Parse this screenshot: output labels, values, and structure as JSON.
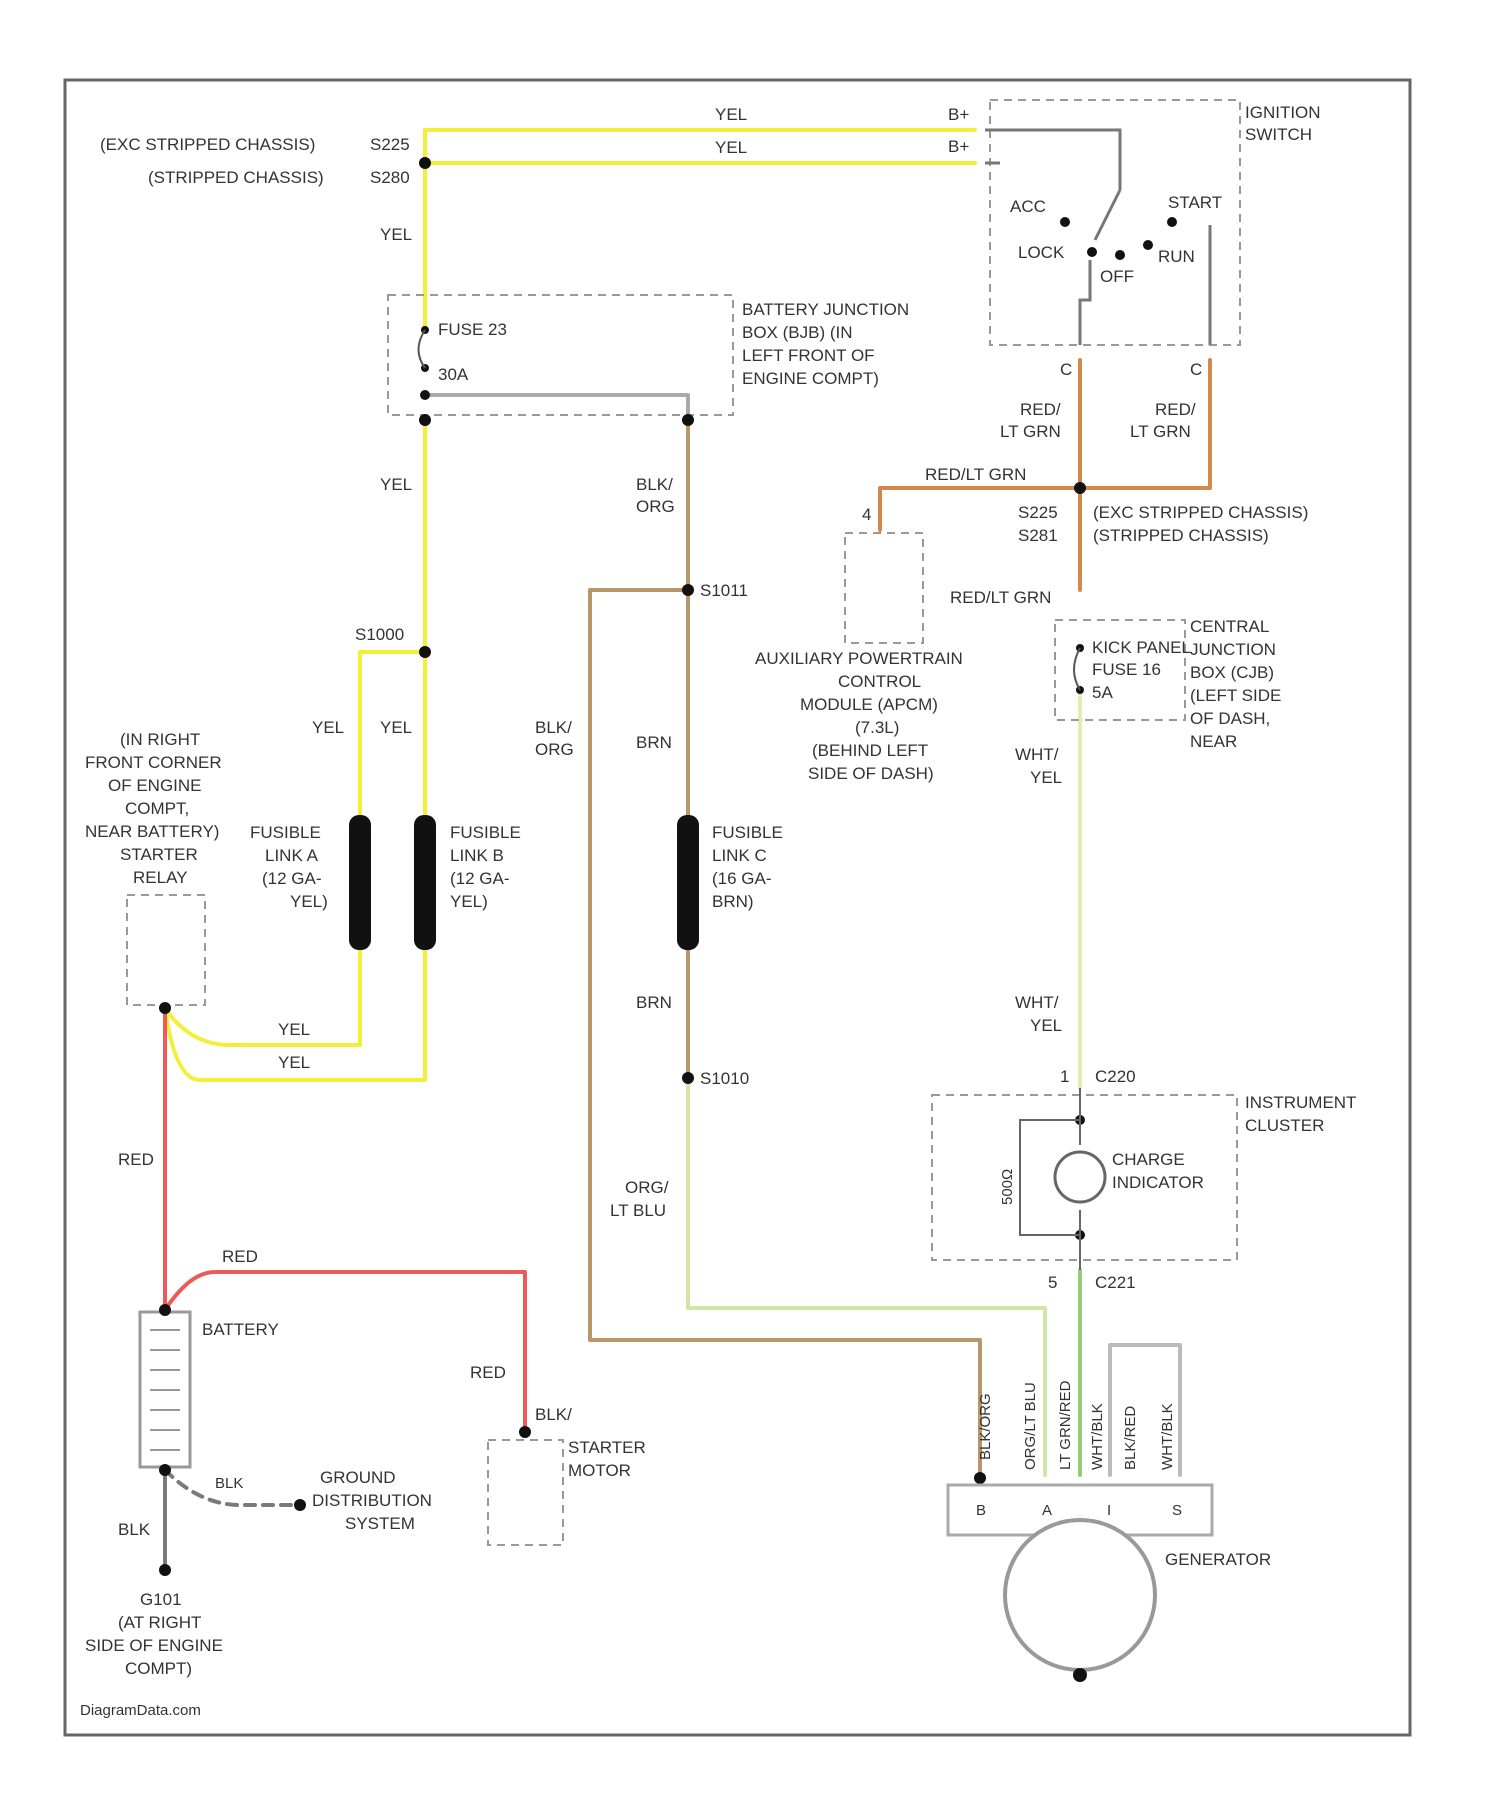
{
  "colors": {
    "yel": "#f2ef38",
    "red": "#ee5a5a",
    "tan": "#b9956b",
    "orange": "#d4894b",
    "ltgreen": "#cfe6a6",
    "green": "#97cc76",
    "gray": "#7a7a7a",
    "frame": "#666666"
  },
  "ignition": {
    "title": [
      "IGNITION",
      "SWITCH"
    ],
    "pins": [
      "B+",
      "B+"
    ],
    "positions": {
      "acc": "ACC",
      "lock": "LOCK",
      "off": "OFF",
      "run": "RUN",
      "start": "START"
    },
    "pin_out": [
      "C",
      "C"
    ]
  },
  "splices_top": {
    "exc": "(EXC STRIPPED CHASSIS)",
    "exc_id": "S225",
    "stripped": "(STRIPPED CHASSIS)",
    "stripped_id": "S280"
  },
  "wire_labels": {
    "yel": "YEL",
    "red": "RED",
    "red_ltgrn": [
      "RED/",
      "LT GRN"
    ],
    "blk_org": [
      "BLK/",
      "ORG"
    ],
    "brn": "BRN",
    "org_ltblu": [
      "ORG/",
      "LT BLU"
    ],
    "wht_yel": [
      "WHT/",
      "YEL"
    ],
    "red_ltgrn_inline": "RED/LT GRN",
    "blk": "BLK",
    "blk_short": "BLK"
  },
  "battery_junction": {
    "title": [
      "BATTERY JUNCTION",
      "BOX (BJB) (IN",
      "LEFT FRONT OF",
      "ENGINE COMPT)"
    ],
    "fuse": "FUSE 23",
    "amps": "30A"
  },
  "middle_splices": {
    "s225": "S225",
    "s281": "S281",
    "exc": "(EXC STRIPPED CHASSIS)",
    "stripped": "(STRIPPED CHASSIS)",
    "s1000": "S1000",
    "s1011": "S1011",
    "s1010": "S1010"
  },
  "apcm": {
    "pin": "4",
    "title": [
      "AUXILIARY POWERTRAIN",
      "CONTROL",
      "MODULE (APCM)",
      "(7.3L)",
      "(BEHIND LEFT",
      "SIDE OF DASH)"
    ]
  },
  "cjb": {
    "kick": "KICK PANEL",
    "fuse": "FUSE 16",
    "amps": "5A",
    "title": [
      "CENTRAL",
      "JUNCTION",
      "BOX (CJB)",
      "(LEFT SIDE",
      "OF DASH,",
      "NEAR"
    ]
  },
  "starter_relay": {
    "title": [
      "(IN RIGHT",
      "FRONT CORNER",
      "OF ENGINE",
      "COMPT,",
      "NEAR BATTERY)",
      "STARTER",
      "RELAY"
    ]
  },
  "fusible_links": {
    "a": [
      "FUSIBLE",
      "LINK A",
      "(12 GA-",
      "YEL)"
    ],
    "b": [
      "FUSIBLE",
      "LINK B",
      "(12 GA-",
      "YEL)"
    ],
    "c": [
      "FUSIBLE",
      "LINK C",
      "(16 GA-",
      "BRN)"
    ]
  },
  "cluster": {
    "title": [
      "INSTRUMENT",
      "CLUSTER"
    ],
    "indicator": [
      "CHARGE",
      "INDICATOR"
    ],
    "resistor": "500Ω",
    "conn_top": "C220",
    "conn_bottom": "C221",
    "pin_top": "1",
    "pin_bottom": "5"
  },
  "generator": {
    "title": "GENERATOR",
    "wires": [
      "BLK/ORG",
      "ORG/LT BLU",
      "LT GRN/RED",
      "WHT/BLK",
      "BLK/RED",
      "WHT/BLK"
    ],
    "terminals": [
      "B",
      "A",
      "I",
      "S"
    ]
  },
  "battery": {
    "title": "BATTERY"
  },
  "starter_motor": {
    "title": [
      "STARTER",
      "MOTOR"
    ]
  },
  "ground_dist": {
    "title": [
      "GROUND",
      "DISTRIBUTION",
      "SYSTEM"
    ]
  },
  "ground": {
    "title": [
      "G101",
      "(AT RIGHT",
      "SIDE OF ENGINE",
      "COMPT)"
    ]
  },
  "watermark": "DiagramData.com"
}
